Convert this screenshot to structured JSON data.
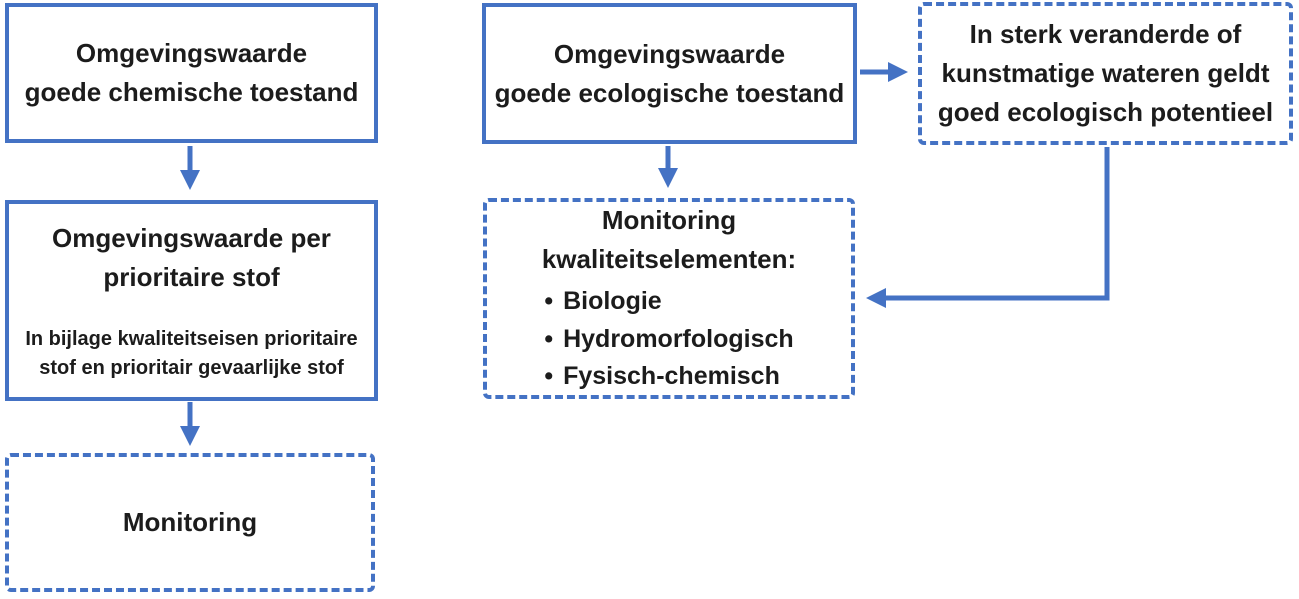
{
  "colors": {
    "accent": "#4472C4",
    "text": "#1c1c1c"
  },
  "boxes": {
    "chemisch": {
      "title": "Omgevingswaarde\ngoede chemische toestand"
    },
    "prioritair": {
      "title": "Omgevingswaarde per\nprioritaire stof",
      "subtitle": "In bijlage kwaliteitseisen prioritaire\nstof en prioritair gevaarlijke stof"
    },
    "monitoring": {
      "title": "Monitoring"
    },
    "ecologisch": {
      "title": "Omgevingswaarde\ngoede ecologische toestand"
    },
    "kwaliteit": {
      "title": "Monitoring\nkwaliteitselementen:",
      "bullet_char": "•",
      "items": [
        "Biologie",
        "Hydromorfologisch",
        "Fysisch-chemisch"
      ]
    },
    "potentieel": {
      "title": "In sterk veranderde of\nkunstmatige wateren geldt\ngoed ecologisch potentieel"
    }
  }
}
